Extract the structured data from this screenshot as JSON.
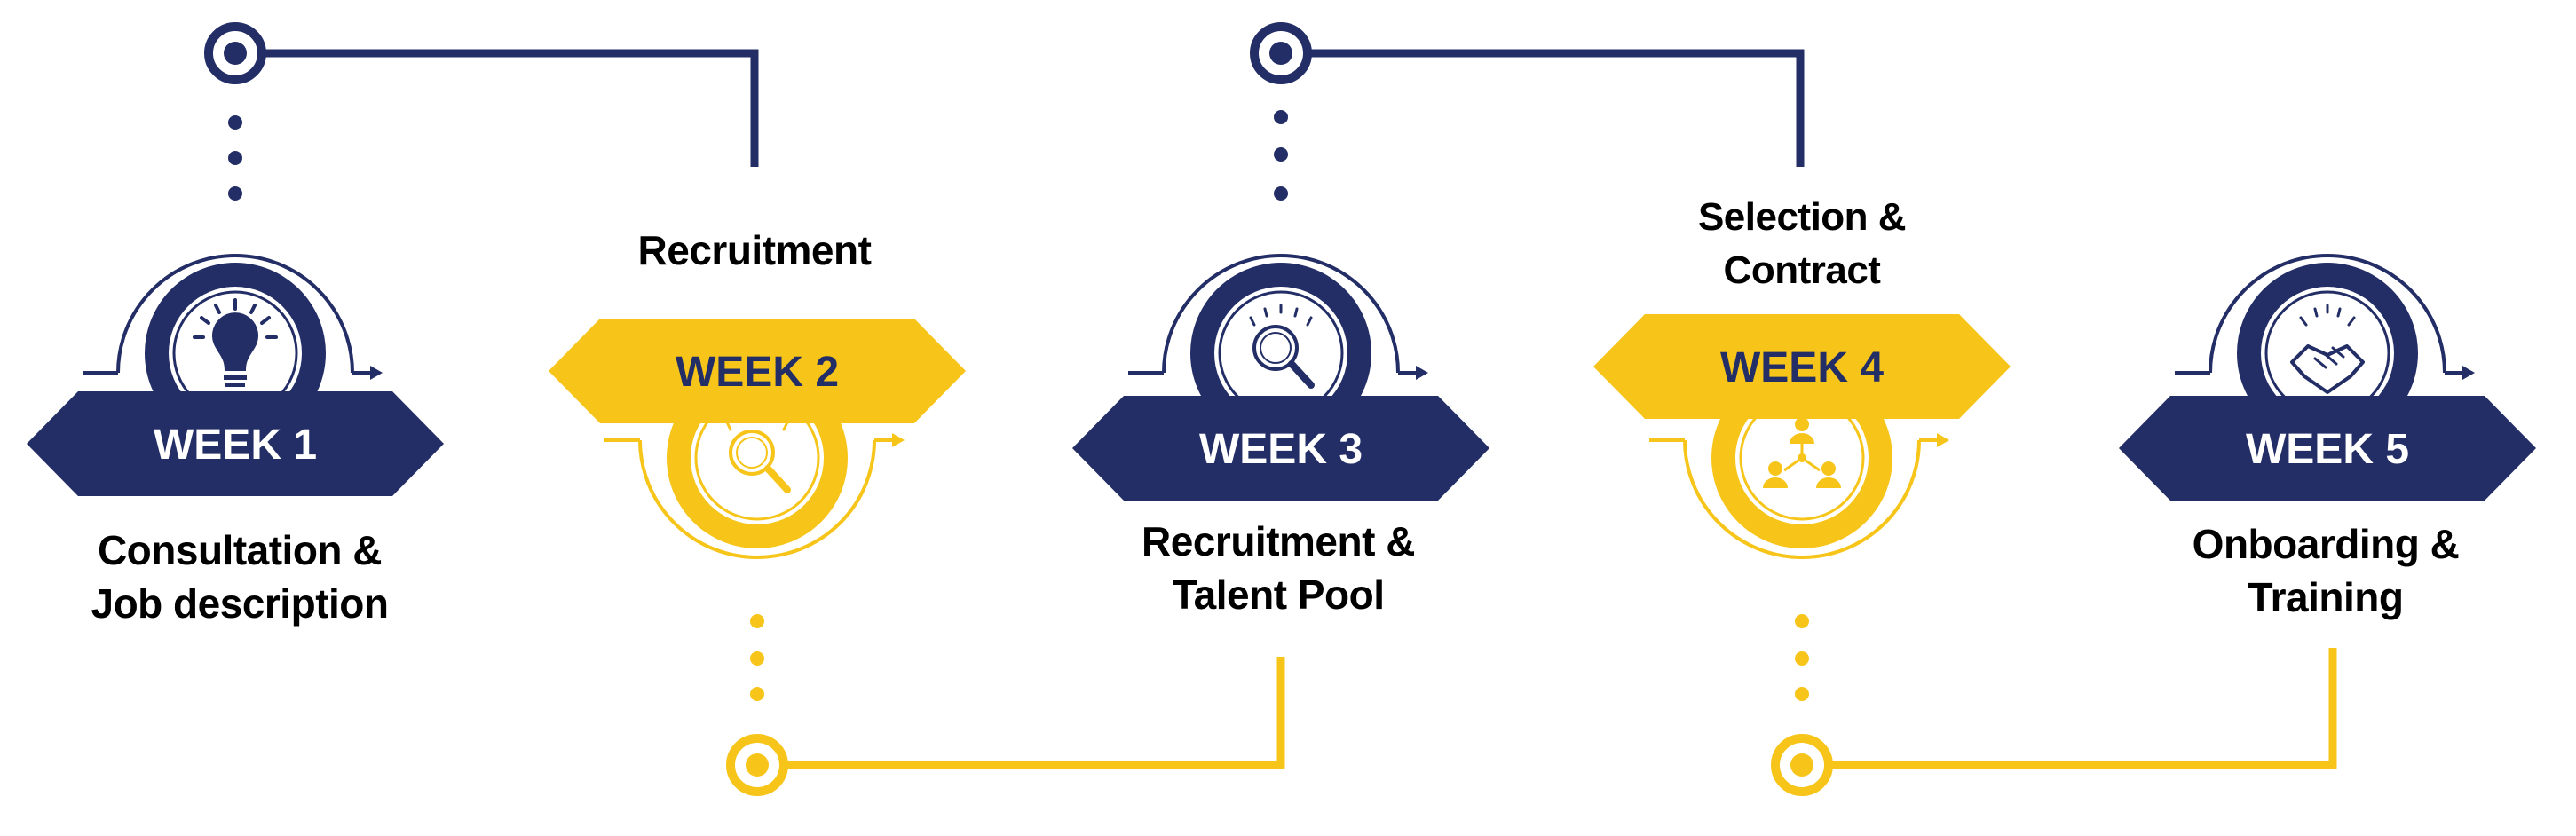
{
  "colors": {
    "navy": "#232e66",
    "yellow": "#f7c51a",
    "white": "#ffffff"
  },
  "steps": [
    {
      "week": "WEEK 1",
      "caption": [
        "Consultation &",
        "Job description"
      ],
      "icon": "lightbulb-icon",
      "theme": "navy"
    },
    {
      "week": "WEEK 2",
      "caption": [
        "Recruitment"
      ],
      "icon": "magnifier-icon",
      "theme": "yellow"
    },
    {
      "week": "WEEK 3",
      "caption": [
        "Recruitment &",
        "Talent Pool"
      ],
      "icon": "magnifier-icon",
      "theme": "navy"
    },
    {
      "week": "WEEK 4",
      "caption": [
        "Selection &",
        "Contract"
      ],
      "icon": "team-network-icon",
      "theme": "yellow"
    },
    {
      "week": "WEEK 5",
      "caption": [
        "Onboarding &",
        "Training"
      ],
      "icon": "handshake-icon",
      "theme": "navy"
    }
  ]
}
